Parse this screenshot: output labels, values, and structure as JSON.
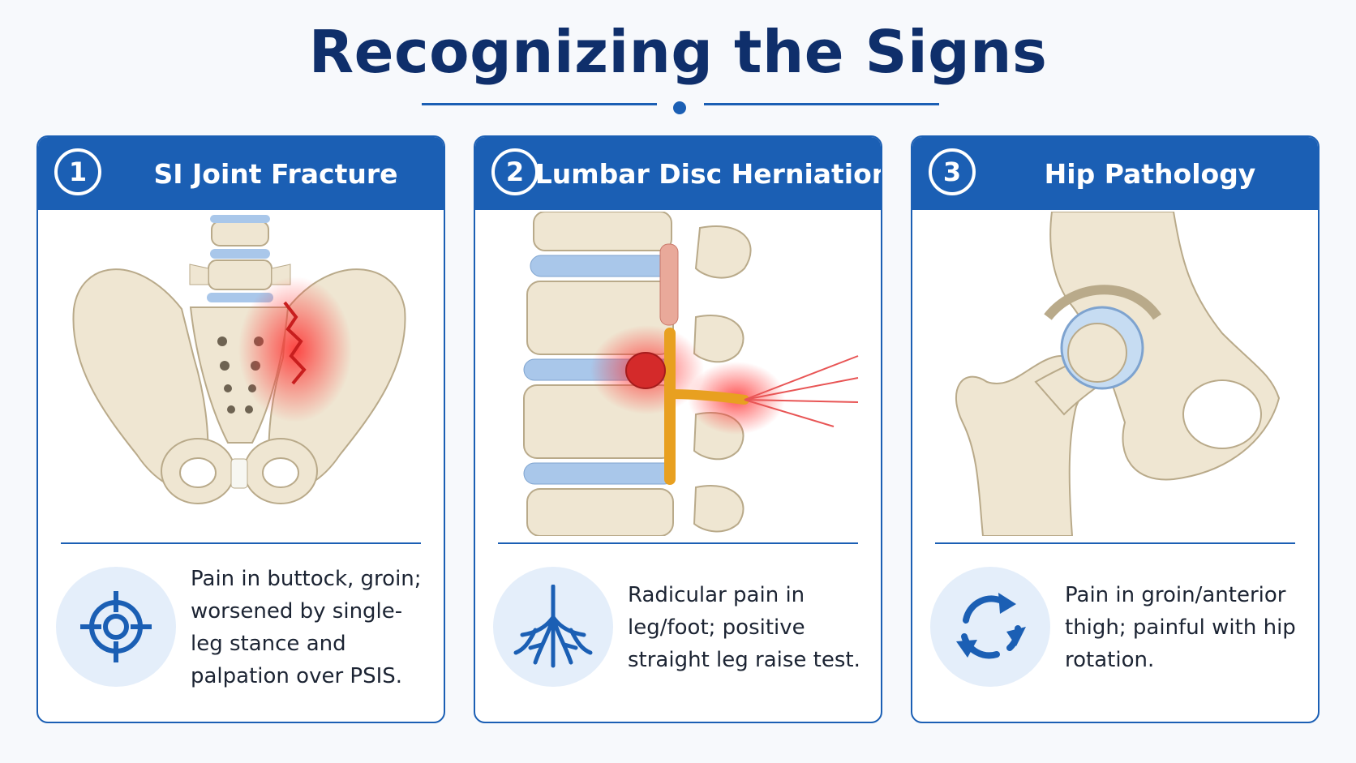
{
  "title": "Recognizing the Signs",
  "colors": {
    "primary": "#1b5fb4",
    "title": "#0f2f6b",
    "bone": "#efe6d2",
    "disc": "#a9c7ea",
    "pain": "#e02a2a",
    "nerve": "#e8a020"
  },
  "cards": [
    {
      "number": "1",
      "title": "SI Joint Fracture",
      "illustration": "pelvis-with-si-joint-fracture",
      "icon": "target-crosshair-icon",
      "description": "Pain in buttock, groin; worsened by single-leg stance and palpation over PSIS."
    },
    {
      "number": "2",
      "title": "Lumbar Disc Herniation",
      "illustration": "lumbar-spine-herniated-disc",
      "icon": "nerve-roots-icon",
      "description": "Radicular pain in leg/foot; positive straight leg raise test."
    },
    {
      "number": "3",
      "title": "Hip Pathology",
      "illustration": "hip-joint-femoral-head",
      "icon": "rotation-arrows-icon",
      "description": "Pain in groin/anterior thigh; painful with hip rotation."
    }
  ]
}
